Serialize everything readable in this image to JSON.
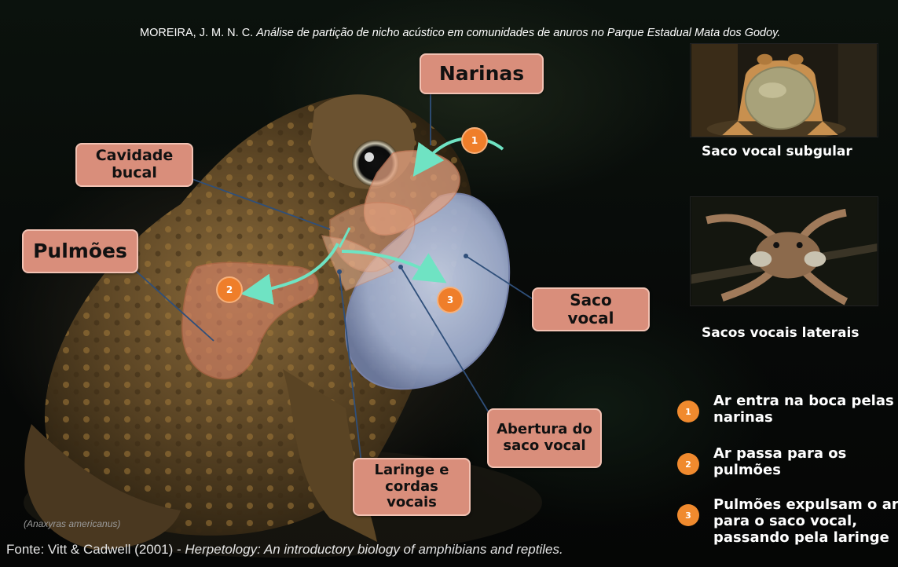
{
  "citation": {
    "authors": "MOREIRA, J. M. N. C.",
    "title": "Análise de partição de nicho acústico em comunidades de anuros no Parque Estadual Mata dos Godoy."
  },
  "labels": {
    "narinas": "Narinas",
    "cavidade_bucal": "Cavidade bucal",
    "pulmoes": "Pulmões",
    "saco_vocal": "Saco vocal",
    "abertura_saco_vocal": "Abertura do saco vocal",
    "laringe": "Laringe e cordas vocais"
  },
  "diagram_badges": [
    "1",
    "2",
    "3"
  ],
  "species": "(Anaxyras americanus)",
  "source": {
    "prefix": "Fonte: Vitt & Cadwell (2001) - ",
    "title": "Herpetology: An introductory biology of amphibians and reptiles."
  },
  "thumbnails": [
    {
      "caption": "Saco vocal subgular",
      "icon": "frog-subgular-photo"
    },
    {
      "caption": "Sacos vocais laterais",
      "icon": "frog-lateral-photo"
    }
  ],
  "steps": [
    {
      "number": "1",
      "text": "Ar entra na boca pelas narinas"
    },
    {
      "number": "2",
      "text": "Ar passa para os pulmões"
    },
    {
      "number": "3",
      "text": "Pulmões expulsam o ar para o saco vocal, passando pela laringe"
    }
  ],
  "colors": {
    "label_fill": "#d98e7b",
    "badge_orange": "#ef7e2a",
    "airflow_arrow": "#6fe3c3",
    "vocal_sac": "#a9b8d6",
    "lung_overlay": "#d9836a",
    "leader_line": "#2f4f7a"
  }
}
